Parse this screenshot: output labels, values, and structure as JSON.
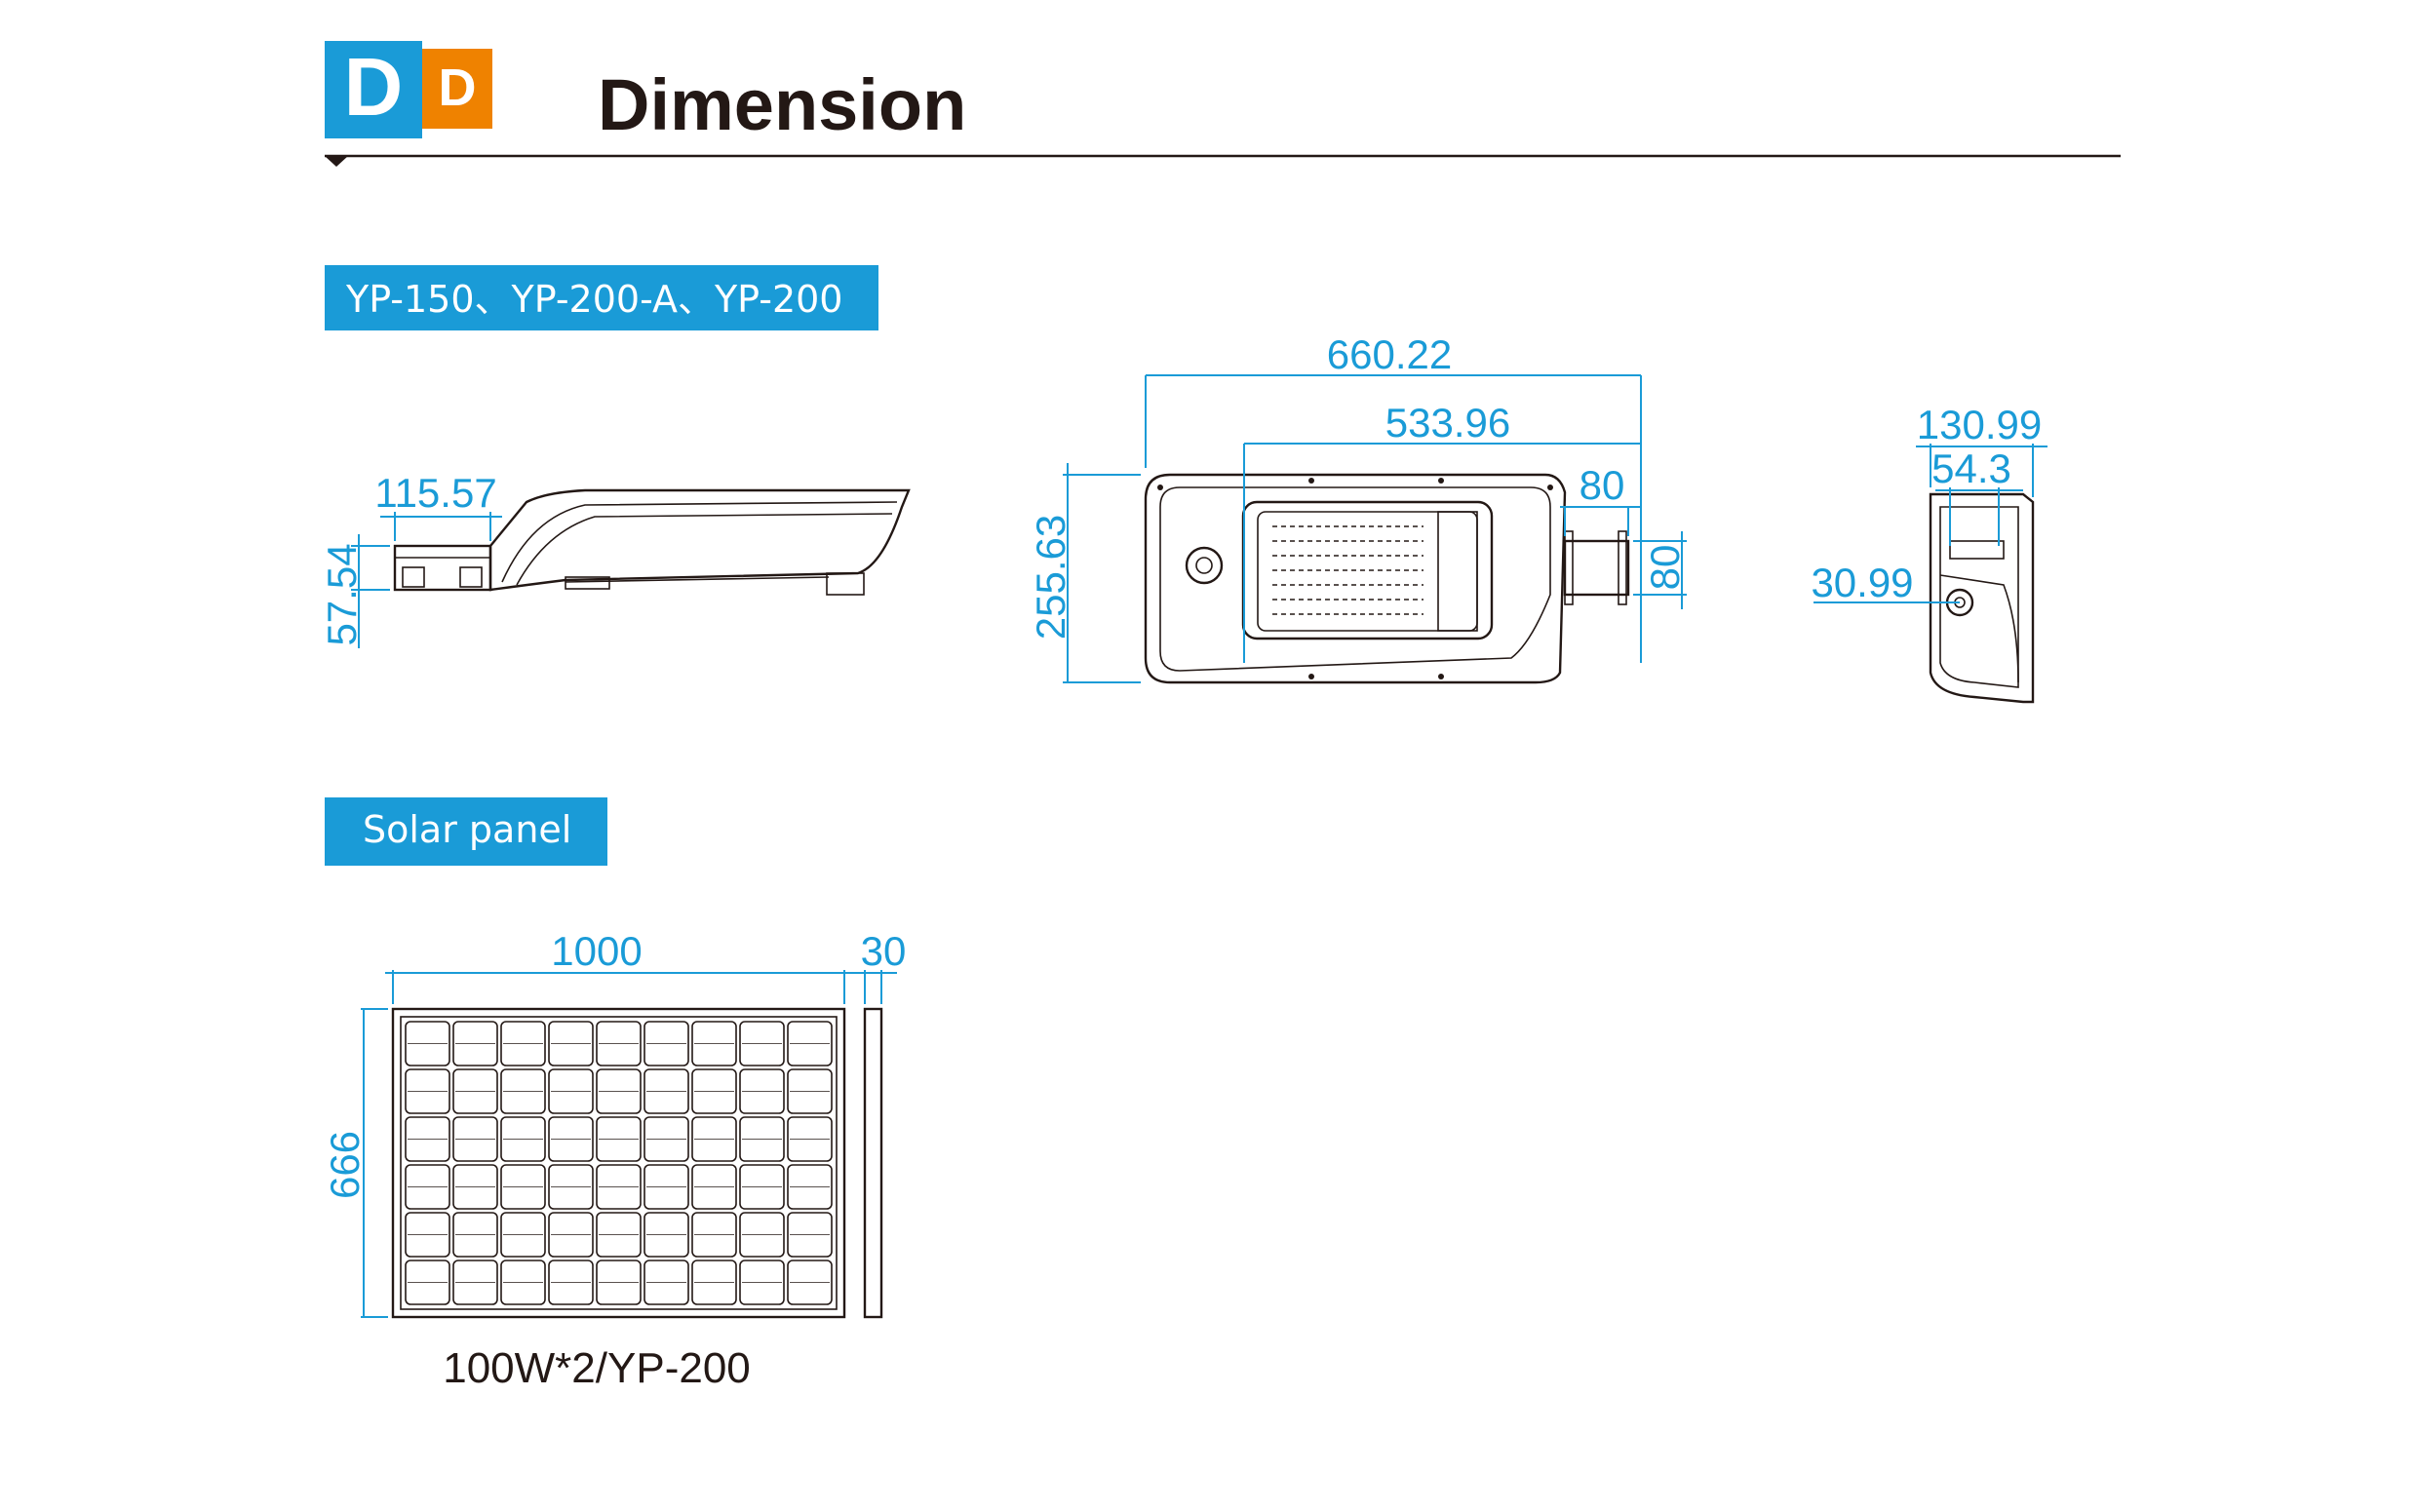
{
  "header": {
    "badge_big_letter": "D",
    "badge_small_letter": "D",
    "title": "Dimension",
    "colors": {
      "badge_blue": "#1a9bd7",
      "badge_orange": "#ef8200",
      "rule": "#231815"
    }
  },
  "sections": [
    {
      "label": "YP-150、YP-200-A、YP-200",
      "side_view": {
        "width_label": "115.57",
        "height_label": "57.54"
      },
      "top_view": {
        "overall_length": "660.22",
        "body_length": "533.96",
        "arm_length": "80",
        "arm_width": "80",
        "overall_width": "255.63"
      },
      "end_view": {
        "overall_depth": "130.99",
        "arm_depth": "54.3",
        "hole_offset": "30.99"
      }
    },
    {
      "label": "Solar panel",
      "panel_front": {
        "width_label": "1000",
        "height_label": "666"
      },
      "panel_side": {
        "thickness_label": "30"
      },
      "caption": "100W*2/YP-200"
    }
  ]
}
